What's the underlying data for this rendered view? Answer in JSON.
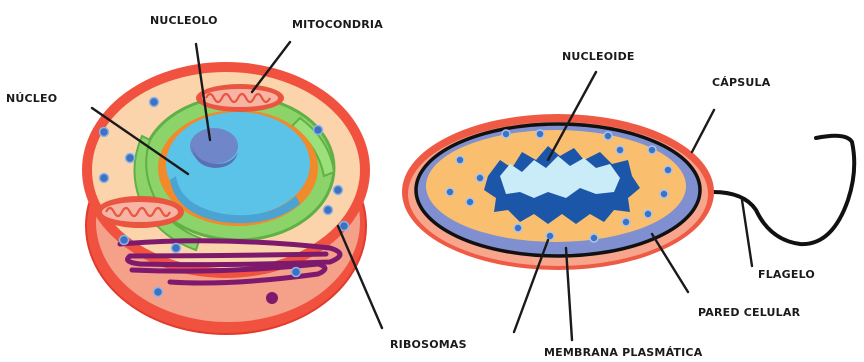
{
  "labels": {
    "nucleolo": "NUCLEOLO",
    "mitocondria": "MITOCONDRIA",
    "nucleo": "NÚCLEO",
    "ribosomas": "RIBOSOMAS",
    "nucleoide": "NUCLEOIDE",
    "capsula": "CÁPSULA",
    "flagelo": "FLAGELO",
    "pared_celular": "PARED CELULAR",
    "membrana_plasmatica": "MEMBRANA PLASMÁTICA"
  },
  "colors": {
    "cell_wall_red": "#f0523f",
    "cytoplasm_peach": "#fbd4ab",
    "nucleus_blue": "#5bc3e8",
    "nucleolus": "#6f86c9",
    "er_green": "#8cd36a",
    "golgi_orange": "#f08a2a",
    "mitochondria_red": "#e9553f",
    "vesicle_purple": "#7d1a6e",
    "ribosome_blue": "#3d72c2",
    "capsule_red": "#ef5a45",
    "membrane_blue": "#7f8fd0",
    "bacterial_cytoplasm": "#f9bf6e",
    "nucleoid_light": "#c9ecf8",
    "nucleoid_dark": "#1c56a8",
    "flagellum_black": "#111111"
  }
}
